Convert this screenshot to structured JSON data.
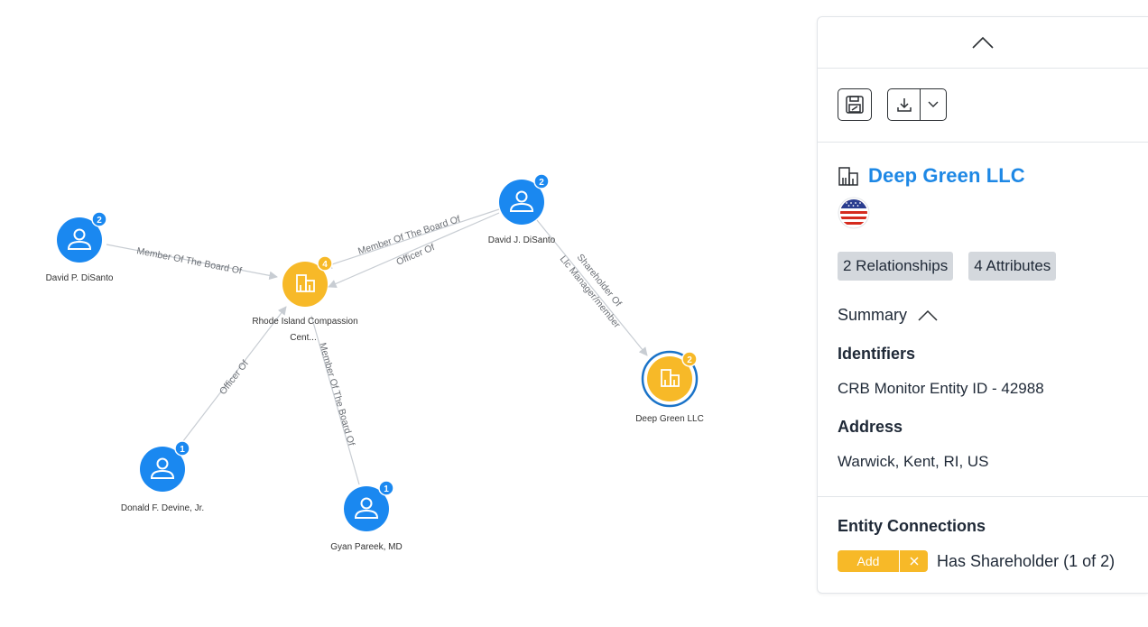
{
  "graph": {
    "nodes": [
      {
        "id": "david-p",
        "label": "David P. DiSanto",
        "type": "person",
        "badge": "2"
      },
      {
        "id": "rhode",
        "label": "Rhode Island Compassion",
        "label_line2": "Cent...",
        "type": "organization",
        "badge": "4"
      },
      {
        "id": "david-j",
        "label": "David J. DiSanto",
        "type": "person",
        "badge": "2"
      },
      {
        "id": "deep-green",
        "label": "Deep Green LLC",
        "type": "organization",
        "badge": "2",
        "selected": true
      },
      {
        "id": "donald",
        "label": "Donald F. Devine, Jr.",
        "type": "person",
        "badge": "1"
      },
      {
        "id": "gyan",
        "label": "Gyan Pareek, MD",
        "type": "person",
        "badge": "1"
      }
    ],
    "edges": [
      {
        "from": "david-p",
        "to": "rhode",
        "label": "Member Of The Board Of"
      },
      {
        "from": "david-j",
        "to": "rhode",
        "label": "Member Of The Board Of"
      },
      {
        "from": "david-j",
        "to": "rhode",
        "label": "Officer Of"
      },
      {
        "from": "david-j",
        "to": "deep-green",
        "label": "Shareholder Of",
        "label2": "Llc Manager/member"
      },
      {
        "from": "donald",
        "to": "rhode",
        "label": "Officer Of"
      },
      {
        "from": "gyan",
        "to": "rhode",
        "label": "Member Of The Board Of"
      }
    ],
    "colors": {
      "person": "#1a88f0",
      "organization": "#f7b928",
      "badge": "#1a88f0",
      "edge": "#c8cdd3",
      "selected_ring": "#1a73c8"
    }
  },
  "panel": {
    "collapse_icon": "chevron-up-icon",
    "toolbar": {
      "save_icon": "save-icon",
      "download_icon": "download-icon",
      "dropdown_icon": "chevron-down-icon"
    },
    "entity": {
      "icon": "building-icon",
      "name": "Deep Green LLC",
      "flag": "us-flag-icon",
      "relationships": "2 Relationships",
      "attributes": "4 Attributes"
    },
    "summary_label": "Summary",
    "identifiers_label": "Identifiers",
    "identifier_value": "CRB Monitor Entity ID - 42988",
    "address_label": "Address",
    "address_value": "Warwick, Kent, RI, US",
    "connections": {
      "label": "Entity Connections",
      "add_label": "Add",
      "relation_text": "Has Shareholder (1 of 2)"
    },
    "accent_color": "#1e88e5",
    "add_color": "#f7b928"
  }
}
